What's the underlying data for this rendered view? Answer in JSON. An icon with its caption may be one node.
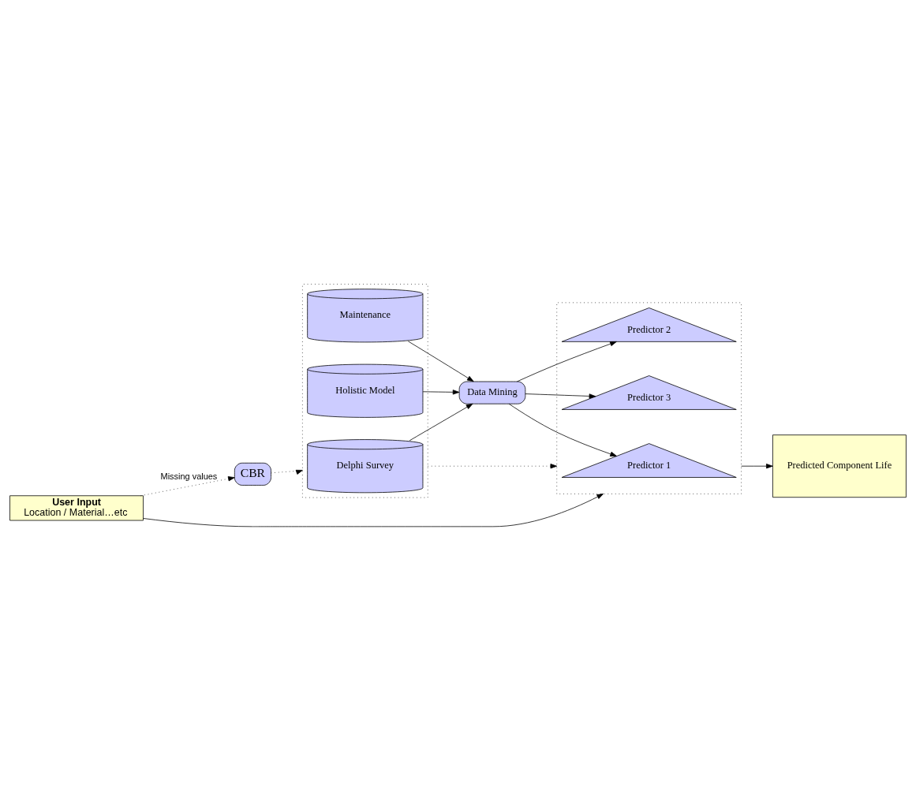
{
  "diagram": {
    "nodes": [
      {
        "text": [
          "CBR"
        ]
      },
      {
        "text": [
          "User Input",
          "Location / Material…etc"
        ]
      },
      {
        "text": [],
        "shape": "box"
      },
      {
        "text": [
          "Delphi Survey"
        ],
        "in": 2
      },
      {
        "text": [
          "Holistic Model"
        ],
        "in": 2
      },
      {
        "text": [
          "Maintenance"
        ],
        "in": 2
      },
      {
        "text": [
          "Data Mining"
        ]
      },
      {
        "text": [],
        "shape": "box"
      },
      {
        "text": [
          "Predictor 1"
        ],
        "in": 7
      },
      {
        "text": [
          "Predictor 2"
        ],
        "in": 7
      },
      {
        "text": [
          "Predictor 3"
        ],
        "in": 7
      },
      {
        "text": [
          "Predicted Component Life"
        ]
      }
    ],
    "edges": [
      {
        "from": 1,
        "to": 0,
        "arrow": "to",
        "style": "dashed",
        "label": "Missing values"
      },
      {
        "from": 0,
        "to": 2,
        "arrow": "to",
        "style": "dashed"
      },
      {
        "from": 2,
        "to": 7,
        "arrow": "to",
        "style": "dashed"
      },
      {
        "from": 1,
        "to": 7,
        "arrow": "to"
      },
      {
        "from": 3,
        "to": 6,
        "arrow": "to"
      },
      {
        "from": 4,
        "to": 6,
        "arrow": "to"
      },
      {
        "from": 5,
        "to": 6,
        "arrow": "to"
      },
      {
        "from": 6,
        "to": 8,
        "arrow": "to"
      },
      {
        "from": 6,
        "to": 9,
        "arrow": "to"
      },
      {
        "from": 6,
        "to": 10,
        "arrow": "to"
      },
      {
        "from": 7,
        "to": 11,
        "arrow": "to"
      }
    ]
  }
}
